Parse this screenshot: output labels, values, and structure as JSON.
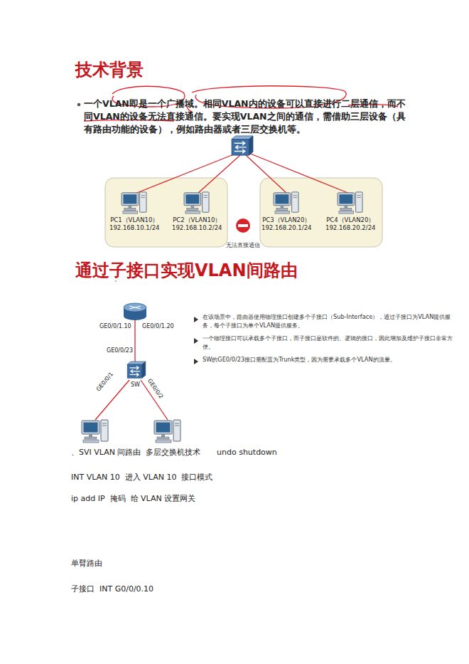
{
  "diagram": {
    "title": "技术背景",
    "nodes": [
      {
        "text": [
          "PC1（VLAN10）",
          "192.168.10.1/24"
        ]
      },
      {
        "text": [
          "PC2（VLAN10）",
          "192.168.10.2/24"
        ]
      },
      {
        "text": [
          "PC3（VLAN20）",
          "192.168.20.1/24"
        ]
      },
      {
        "text": [
          "PC4（VLAN20）",
          "192.168.20.2/24"
        ]
      }
    ],
    "labels": [
      "一个VLAN即是一个广播域。相同VLAN内的设备可以直接进行二层通信，而不同VLAN的设备无法直接通信。要实现VLAN之间的通信，需借助三层设备（具有路由功能的设备），例如路由器或者三层交换机等。",
      "无法直接通信",
      "通过子接口实现VLAN间路由",
      "GE0/0/1.10",
      "GE0/0/1.20",
      "GE0/0/23",
      "SW",
      "GE0/0/1",
      "GE0/0/2",
      "在该场景中，路由器使用物理接口创建多个子接口（Sub-Interface），通过子接口为VLAN提供服务，每个子接口为单个VLAN提供服务。",
      "一个物理接口可以承载多个子接口，而子接口是软件的、逻辑的接口，因此增加及维护子接口非常方便。",
      "SW的GE0/0/23接口需配置为Trunk类型，因为需要承载多个VLAN的流量。",
      "、SVI VLAN 间路由  多层交换机技术",
      "undo shutdown",
      "INT VLAN 10  进入 VLAN 10  接口模式",
      "ip add IP  掩码  给 VLAN 设置网关",
      "单臂路由",
      "子接口  INT G0/0/0.10"
    ]
  }
}
